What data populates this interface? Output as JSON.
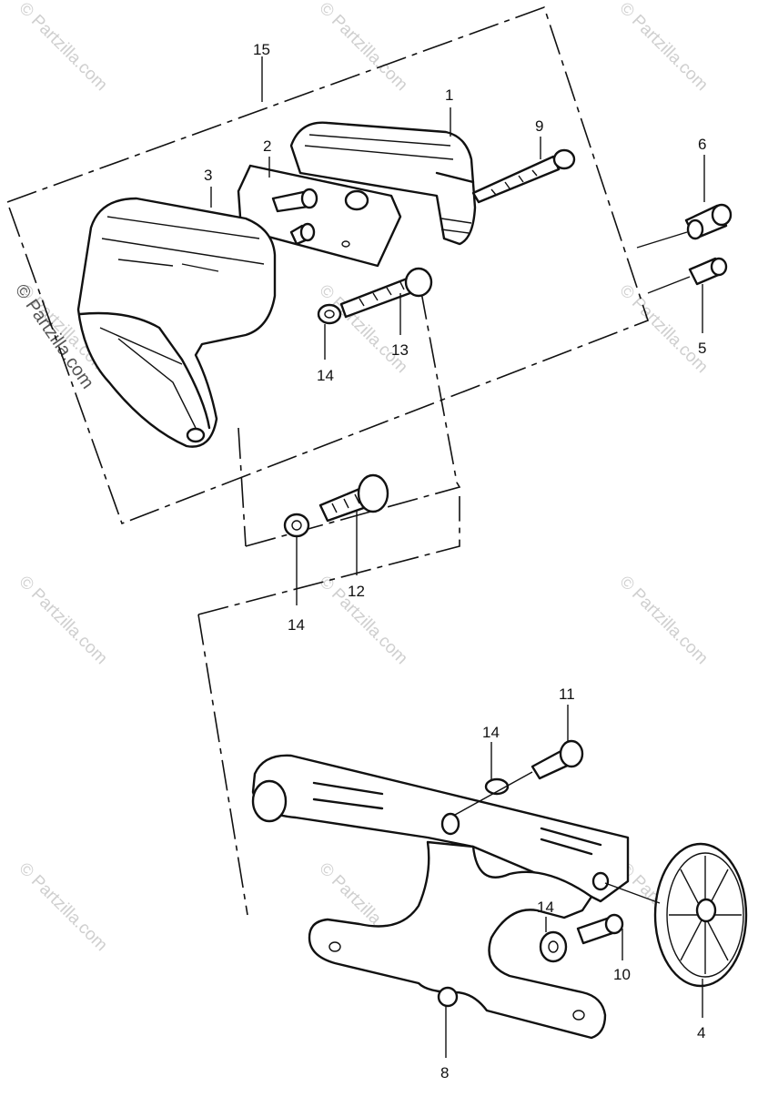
{
  "watermark": "© Partzilla.com",
  "callouts": {
    "c1": "1",
    "c2": "2",
    "c3": "3",
    "c4": "4",
    "c5": "5",
    "c6": "6",
    "c8": "8",
    "c9": "9",
    "c10": "10",
    "c11": "11",
    "c12": "12",
    "c13": "13",
    "c14a": "14",
    "c14b": "14",
    "c14c": "14",
    "c14d": "14",
    "c15": "15"
  }
}
